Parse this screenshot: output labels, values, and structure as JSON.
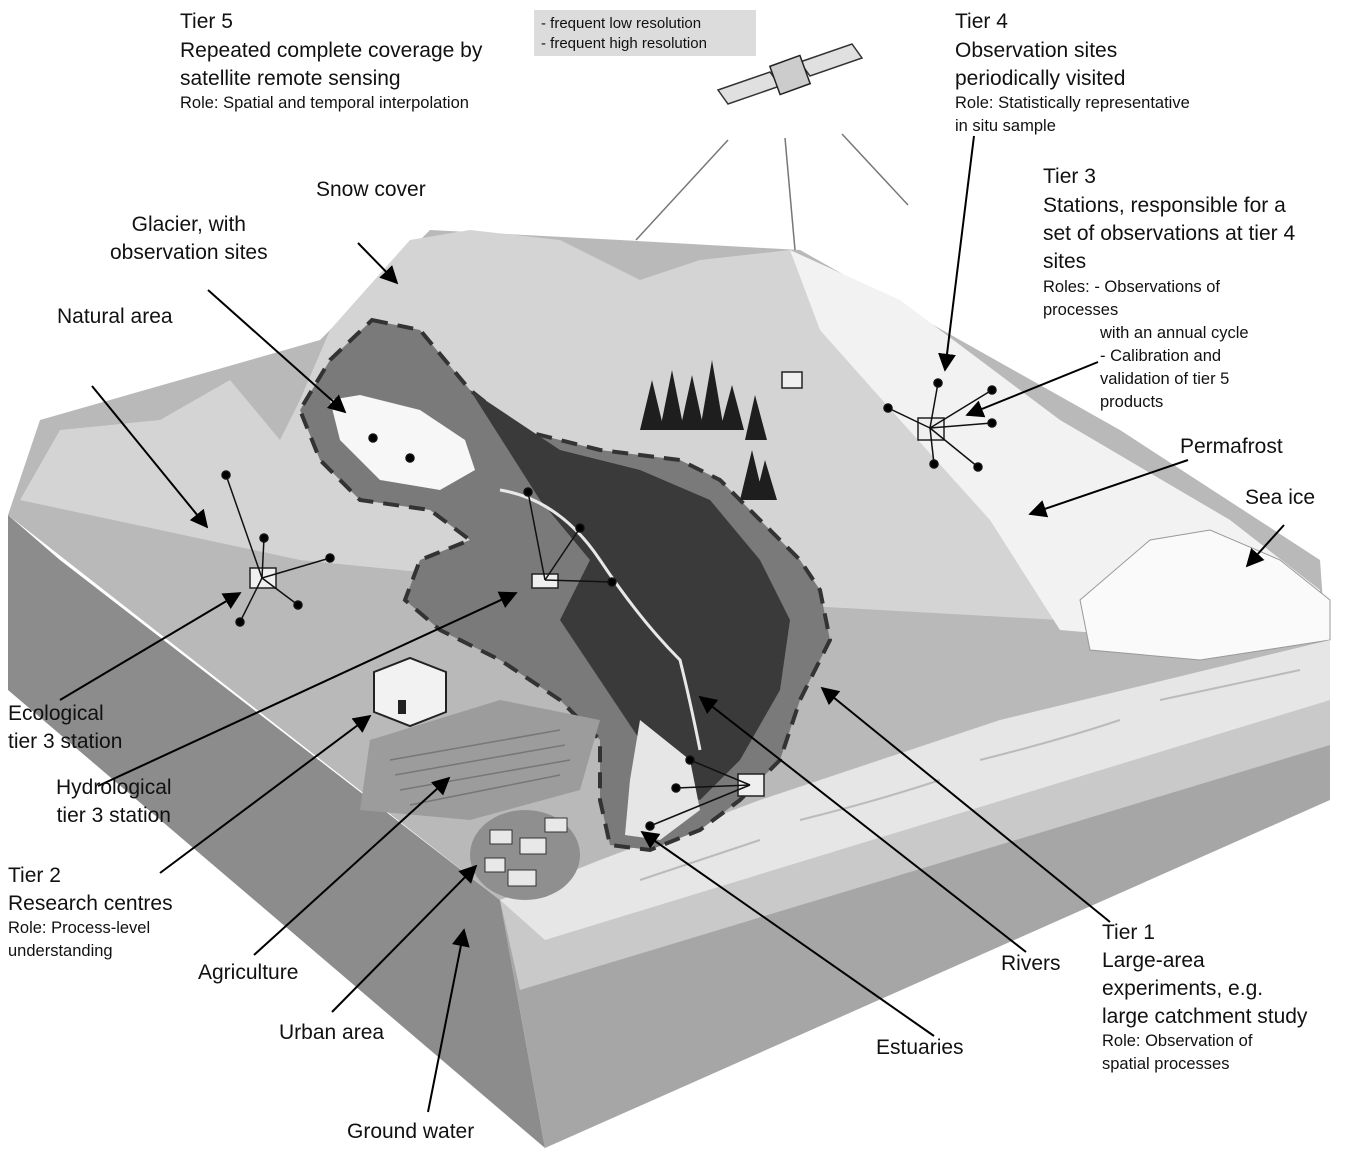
{
  "tier5": {
    "heading": "Tier 5",
    "desc": "Repeated complete coverage by\nsatellite remote sensing",
    "role": "Role:  Spatial and temporal interpolation"
  },
  "satellite_note": [
    "- frequent low resolution",
    "- frequent high resolution"
  ],
  "tier4": {
    "heading": "Tier 4",
    "desc": "Observation sites\nperiodically visited",
    "role": "Role: Statistically representative\nin situ sample"
  },
  "tier3": {
    "heading": "Tier 3",
    "desc": "Stations, responsible for a\nset of observations at tier 4\nsites",
    "roles_line1": "Roles: - Observations of\nprocesses",
    "roles_line2": "with an annual cycle\n- Calibration and\nvalidation of tier 5\nproducts"
  },
  "tier2": {
    "heading": "Tier 2",
    "desc": "Research centres",
    "role": "Role:  Process-level\nunderstanding"
  },
  "tier1": {
    "heading": "Tier 1",
    "desc": "Large-area\nexperiments, e.g.\nlarge catchment study",
    "role": "Role: Observation of\nspatial processes"
  },
  "labels": {
    "snow_cover": "Snow cover",
    "glacier": "Glacier, with\nobservation sites",
    "natural_area": "Natural area",
    "permafrost": "Permafrost",
    "sea_ice": "Sea ice",
    "ecological_station": "Ecological\ntier 3 station",
    "hydrological_station": "Hydrological\ntier 3 station",
    "agriculture": "Agriculture",
    "urban_area": "Urban area",
    "ground_water": "Ground water",
    "estuaries": "Estuaries",
    "rivers": "Rivers"
  },
  "colors": {
    "ground": "#b9b9b9",
    "mountains": "#d4d4d4",
    "catchment": "#7a7a7a",
    "dark_valley": "#3a3a3a",
    "river_band": "#e4e4e4",
    "ocean_side": "#8c8c8c",
    "soil_side": "#a6a6a6"
  }
}
